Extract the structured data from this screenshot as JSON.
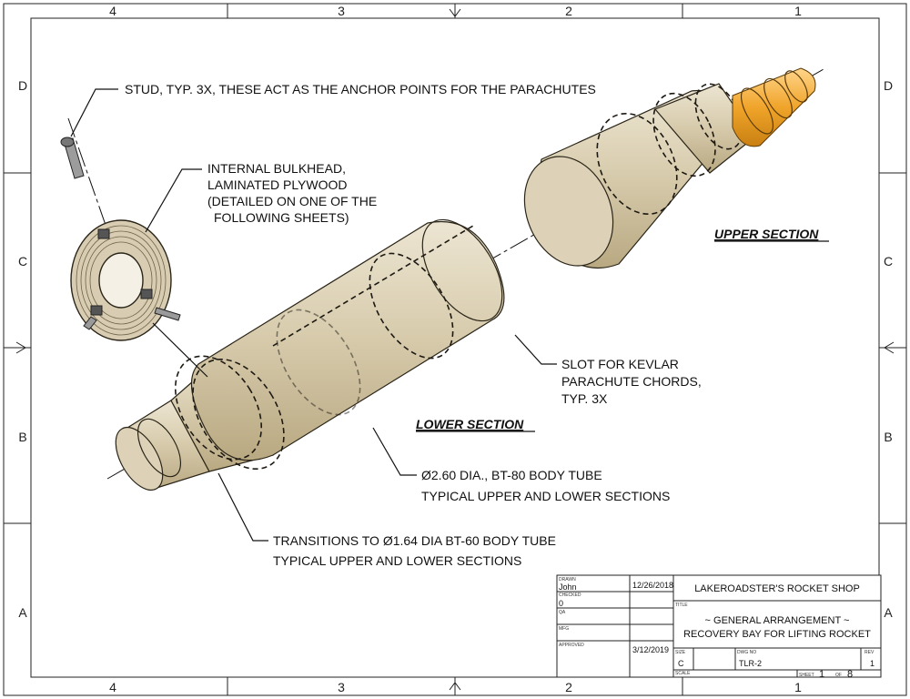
{
  "zones": {
    "columns": [
      "4",
      "3",
      "2",
      "1"
    ],
    "rows": [
      "D",
      "C",
      "B",
      "A"
    ]
  },
  "callouts": {
    "stud": "STUD, TYP. 3X, THESE ACT AS THE ANCHOR POINTS FOR THE PARACHUTES",
    "bulkhead": [
      "INTERNAL BULKHEAD,",
      "LAMINATED PLYWOOD",
      "(DETAILED ON ONE OF THE",
      "FOLLOWING SHEETS)"
    ],
    "slot": [
      "SLOT FOR KEVLAR",
      "PARACHUTE CHORDS,",
      "TYP. 3X"
    ],
    "body_tube": [
      "Ø2.60 DIA., BT-80 BODY TUBE",
      "TYPICAL UPPER AND LOWER SECTIONS"
    ],
    "transition": [
      "TRANSITIONS TO Ø1.64 DIA BT-60 BODY TUBE",
      "TYPICAL UPPER AND LOWER SECTIONS"
    ]
  },
  "sections": {
    "upper": "UPPER SECTION",
    "lower": "LOWER SECTION"
  },
  "title_block": {
    "labels": {
      "drawn": "DRAWN",
      "checked": "CHECKED",
      "qa": "QA",
      "mfg": "MFG",
      "approved": "APPROVED",
      "title": "TITLE",
      "size": "SIZE",
      "dwg_no": "DWG NO",
      "rev": "REV",
      "scale": "SCALE",
      "sheet": "SHEET",
      "of": "OF"
    },
    "drawn_by": "John",
    "drawn_date": "12/26/2018",
    "checked_by": "0",
    "approved_date": "3/12/2019",
    "company": "LAKEROADSTER'S ROCKET SHOP",
    "title_line1": "~ GENERAL ARRANGEMENT ~",
    "title_line2": "RECOVERY BAY FOR LIFTING ROCKET",
    "size": "C",
    "dwg_no": "TLR-2",
    "rev": "1",
    "sheet": "1",
    "of": "8"
  },
  "colors": {
    "tube": "#d8cdb2",
    "nose_orange": "#f0a42a",
    "lines": "#2a2518"
  }
}
